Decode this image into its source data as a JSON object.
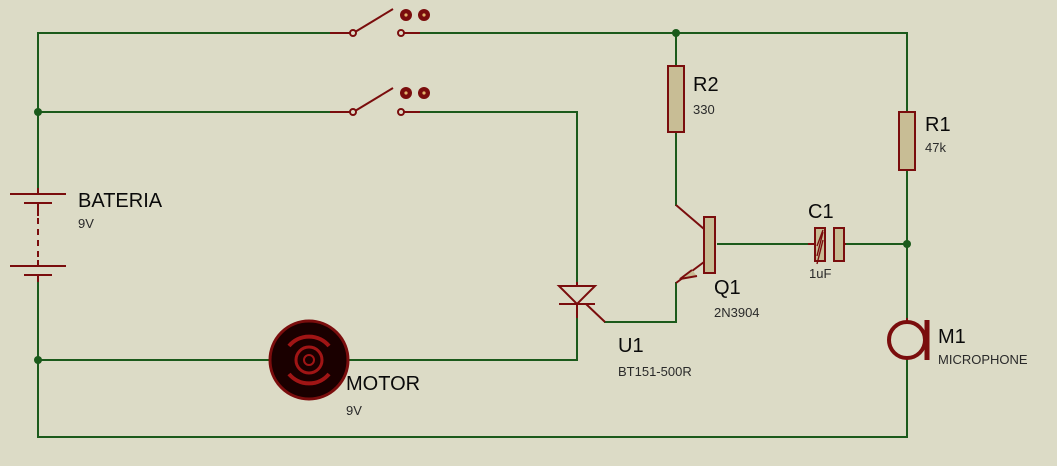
{
  "colors": {
    "background": "#dcdbc6",
    "wire": "#1b5a1b",
    "component": "#7a0d0d",
    "component_body": "#c8bd95",
    "junction": "#1b5a1b"
  },
  "components": {
    "battery": {
      "ref": "BATERIA",
      "value": "9V"
    },
    "motor": {
      "ref": "MOTOR",
      "value": "9V"
    },
    "r2": {
      "ref": "R2",
      "value": "330"
    },
    "r1": {
      "ref": "R1",
      "value": "47k"
    },
    "c1": {
      "ref": "C1",
      "value": "1uF"
    },
    "q1": {
      "ref": "Q1",
      "value": "2N3904"
    },
    "u1": {
      "ref": "U1",
      "value": "BT151-500R"
    },
    "m1": {
      "ref": "M1",
      "value": "MICROPHONE"
    }
  }
}
